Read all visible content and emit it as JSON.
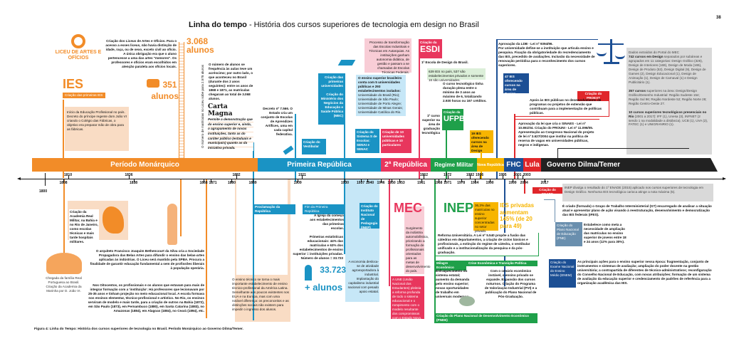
{
  "page_number": "38",
  "title": {
    "bold": "Linha do tempo",
    "rest": " - História dos cursos superiores de tecnologia em design no Brasil"
  },
  "caption": "Figura 4: Linha do Tempo: História dos cursos superiores de tecnologia no Brasil. Período Monárquico ao Governo Dilma/Temer.",
  "periods": [
    {
      "label": "Período Monárquico",
      "color": "#f28c28"
    },
    {
      "label": "Primeira República",
      "color": "#1a93c4"
    },
    {
      "label": "2ª República",
      "color": "#e8365d"
    },
    {
      "label": "Regime Militar",
      "color": "#1fa04a"
    },
    {
      "label": "Nova República",
      "color": "#f7b500"
    },
    {
      "label": "FHC",
      "color": "#1c4f94"
    },
    {
      "label": "Lula",
      "color": "#e0262a"
    },
    {
      "label": "Governo Dilma/Temer",
      "color": "#222222"
    }
  ],
  "axis": {
    "start_label": "1800",
    "years_above": [
      1810,
      1836,
      1882,
      1911,
      1962,
      1972,
      1982,
      1986,
      1995,
      2001,
      2003
    ],
    "years_below": [
      1808,
      1838,
      1868,
      1871,
      1880,
      1889,
      1909,
      1930,
      1937,
      1940,
      1946,
      1950,
      1953,
      1961,
      1968,
      1971,
      1978,
      1984,
      1990,
      1999,
      2004,
      2017
    ]
  },
  "top": {
    "liceu_logo": "LICEU DE ARTES E OFÍCIOS",
    "liceu_text": "Criação dos Liceus de Artes e Ofícios. Para o acesso a esses liceus, não havia distinção de idade, raça, ou de sexo, exceto civil ao ofício. A única obrigação era que o aluno pertencesse a uma das artes \"menores\". Os professores e ofícios eram escolhidos em atenção paralela aos ofícios locais.",
    "ies_title": "IES",
    "ies_label": "Criação das primeiras IES",
    "ies_text": "Início da Educação Profissional no país. Decreto do príncipe regente dom João VI criando o Colégio das Fábricas, o objetivo era preparar mão de obra para as fábricas.",
    "students_351": "351",
    "students_word": "alunos",
    "students_3068": "3.068",
    "students_3068_word": "alunos",
    "students_text": "O número de alunos se frequência às aulas teve um acréscimo; por outro lado, o que aconteceu no Brasil (durante dos 2 anos seguintes): entre os anos de 1868 e 1871, as matrículas chegaram ao total de 3.068 alunos.",
    "rotated_text": "O número de matrículas no Liceu sobe para 2.578 alunos",
    "carta_title": "Carta Magna",
    "carta_text": "Permite a demonstração que do ensino superior e, ainda, o agrupamento de novas instituições, tanto as do caráter público (estaduais e municipais) quanto as da iniciativa privada.",
    "decreto_text": "Decreto nº 7.566. O Estado cria um conjunto de Escolas de Aprendizes Artífices, uma em cada capital federativa.",
    "vestibular": "Criação do Vestibular",
    "universidades": "Criação das primeiras universidades",
    "mec_creation": "Criação do Ministério dos Negócios da Educação e Saúde Pública (MEC)",
    "ensino_superior": "O ensino superior brasileiro conta com 5 universidades públicas e 293 estabelecimentos isolados:",
    "universities_list": [
      "Universidade do Brasil (Rio);",
      "Universidade de São Paulo;",
      "Universidade de Porto Alegre;",
      "Universidade de Minas Gerais;",
      "Universidade Católica do Rio."
    ],
    "sistema_s": "Criação do Sistema S de Escolas: SENAI e SENAC",
    "dez_univ": "Criação de 10 universidades públicas e 10 particulares",
    "autarquias": "Processo de transformação das Escolas Industriais e Técnicas em Autarquias. As instituições ganham autonomia didática, de gestão e passam a se chamadas de Escolas Técnicas Federais.",
    "esdi_label": "Criação da",
    "esdi": "ESDI",
    "esdi_text": "1ª Escola de Design do Brasil.",
    "ies_639": "639 IES no país, 537 são estabelecimentos privados e somente 16 são universidades.",
    "tecnologo_text": "O curso tecnológico tinha duração plena entre o mínimo de 3 anos ao máximo de 6, totalizando 2.930 horas ou 167 créditos.",
    "primeiro_curso": "1º curso superior na área de graduação tecnológica",
    "ufpb_label": "Criação da",
    "ufpb": "UFPB",
    "ies_19": "19 IES oferecendo cursos na área de Design",
    "ldb_title": "Aprovação da LDB - Lei nº 9394/96.",
    "ldb_text": "Por universidade define-se a instituição que articula ensino e pesquisa. Fixação da obrigatoriedade do recredenciamento das IES, precedido de avaliações. Inclusão da necessidade de renovação periódica para o reconhecimento dos cursos superiores.",
    "ies_47": "47 IES oferecendo cursos na área de Design",
    "proext": "Criação do PROEXT",
    "proext_text": "Apoio às IES públicas no desenvolvimento de programas ou projetos de extensão que contribuam para a implementação de políticas públicas.",
    "sinaes_text": "Aprovação da lei que cria o SINAES - Lei nº 10.861/04. Criação do PROUNI - Lei nº 11.096/05. Apresentação ao Congresso Nacional do projeto de lei nº 3.627/2004 que institui na política de reserva de vagas em universidades públicas, negros e indígenas.",
    "mec_data_intro": "Dados extraídos do Portal do MEC",
    "mec_data_742": "742 cursos em Design",
    "mec_data_742_rest": " separados por subáreas e agrupados em 11 categorias: Design Gráfico (326), Design de Interiores (169), Design de Moda (165), Design de Produto (53), Design Digital (9), Design de Games (2), Design Educacional (1), Design de Animação (1), Design de Carnaval (1) e Design Publicitário (1).",
    "mec_data_357": "357 cursos",
    "mec_data_357_rest": " superiores na área: Design/Design Gráfico/Desenho Industrial: Região Sudeste 154; Região Sul 96; Região Nordeste 52; Região Norte 28; Região Centro-Oeste 27.",
    "mec_data_10": "10 cursos superiores tecnológicos presenciais no Rio",
    "mec_data_10_rest": " (2001 a 2017): IFF (1), Unesa (3), INFNET (2 sendo 1 na modalidade a distância), UCB (1), UVA (2), FATEC (1) e UNIGRANRIO (1)."
  },
  "bottom": {
    "academia_militar": "Criação da Academia Real Militar, na Bahia e no Rio de Janeiro, como escolas técnicas e mais tarde hospitais militares.",
    "familia_real": "Chegada da família Real Portuguesa ao Brasil. Criação da Academia da Marinha por D. João VI.",
    "bethencourt": "O arquiteto Francisco Joaquim Bethencourt da Silva cria a Sociedade Propagadora das Belas Artes para difundir o ensino das belas-artes aplicadas às indústrias. O Liceu será mantido pela SPBA. Procura a finalidade de garantir educação fundamental a sem de profissões liberais à população operária.",
    "oitocentos": "Nos Oitocentos, os profissionais e os alunos que estavam para mais de integrar formação com a 'instituição'. Há professores que lecionavam por 25-35 anos e tinham projeção no meio educacional local. A escola formava nos ensinos elementar, técnico-profissional e artístico. No Rio, os ensinos serviram de modelo e mais tarde, para a criação de outros na Bahia (1872), em São Paulo (1873), em Pernambuco (1880), em Santa Catarina (1883), no Amazonas (1884), em Alagoas (1884), no Ceará (1894), etc.",
    "proclamacao": "Proclamação da República",
    "fim_republica": "Fim da Primeira República",
    "igreja_text": "A Igreja dá começo aos estabelecimentos das primeiras escolas.",
    "matriculas_text": "Primeiras estatísticas educacionais: 44% das matrículas e 63% dos estabelecimentos de ensino superior = instituições privadas. Número de alunos = 33.723",
    "students_33723": "33.723",
    "students_more": "+ alunos",
    "inep_creation": "Criação do Instituto Nacional de Pedagogia (INEP)",
    "economia_text": "A economia desloca-se de atividade agroexportadora à industrial. Implantação do capitalismo industrial nacional com pesado apoio estatal.",
    "ensino_tecnico": "O ensino técnico se torna o mais importante estabelecimento de ensino técnico-profissional da América Latina. Semelhante aos poucos existentes nos EUA e na Europa, mas com uma notável diferença: os preconceitos e as distinções sociais não existem para impedir o ingresso dos alunos.",
    "mec": "MEC",
    "mec_text": "Surgimento da indústria automobilística, priorizando a formação de profissionais orientados para as metas de desenvolvimento do país.",
    "une_text": "A UNE (União Nacional dos Estudantes) pleiteia a reforma profunda de todo o sistema educacional e o rompimento com o modelo resultante dos compromissos com o Estado Novo.",
    "inep": "INEP",
    "reforma_text": "Reforma Universitária. A Lei nº 5.540 propõe a fusão das cátedras em departamentos, a criação de ciclos básicos e profissionais, a extinção do regime de cátedra, o vestibular unificado e a institucionalização da pesquisa e da pós-graduação.",
    "milagre": "Milagre Econômico",
    "crise": "Crise Econômica e Transição Política",
    "enfraquecimento": "Enfraquecimento do sistema estatal; aumento da demanda pelo ensino superior; novas oportunidades de trabalho em universais modernos.",
    "crise_text": "Com o cenário econômico instável, o ensino privado se expande. Expansão dos cursos noturnos. Criação do Programa de Valorização Industrial (PVI) e a publicação do Plano Nacional de Pós-Graduação.",
    "pnde": "Criação do Plano Nacional de Desenvolvimento Econômico (PNDE)",
    "matriculas_363": "36,3% das matrículas no ensino superior concentradas no setor privado.",
    "ies_privadas": "IES privadas aumentam 145% (de 20 para 49)",
    "enade": "Criação do ENADE",
    "enade_text": "INEP divulga o resultado do 1º ENADE (2015) aplicado nos cursos superiores de tecnologia em Design Gráfico. Nenhuma IES tecnológica carioca atinge a nota máxima (5).",
    "gt_text": "É criado (formado) o Grupo de Trabalho Interministerial (GT) encarregado de analisar a situação atual e apresentar plano de ação visando à reestruturação, desenvolvimento e democratização das IES federais (IFES).",
    "pne": "Criação do Plano Nacional de Educação (PNE)",
    "pne_text": "Estabelece como meta a necessidade de ampliação das matrículas no ensino superior de jovens entre 18 e 24 anos (12% para 30%).",
    "enem": "Criação do Exame Nacional do Ensino Médio (ENEM)",
    "enem_text": "As principais ações para o ensino superior nessa época: fragmentação, conjunto de instrumentos e sistemas de avaliação; ampliação do poder docente na gestão universitária; a contrapartida de diferentes de técnico-administrativos; reconfiguração do Conselho Nacional de Educação, com novas atribuições; formação de um sistema de avaliação da educação superior e credenciamento de padrões de referência para a organização acadêmica das IES."
  }
}
